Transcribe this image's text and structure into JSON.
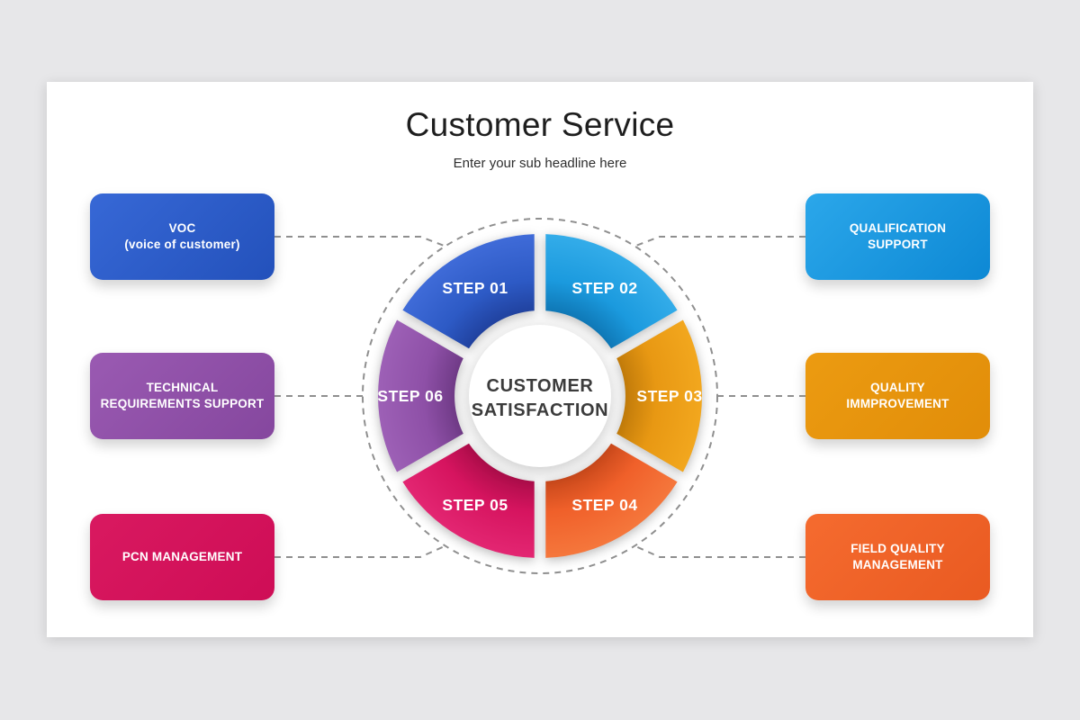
{
  "header": {
    "title": "Customer Service",
    "subtitle": "Enter your sub headline here"
  },
  "center": {
    "line1": "CUSTOMER",
    "line2": "SATISFACTION"
  },
  "pie": {
    "segments": [
      {
        "label": "STEP 01",
        "color": "#2d5ac5",
        "dark": "#20419e",
        "light": "#3f6bd8"
      },
      {
        "label": "STEP 02",
        "color": "#1b9ade",
        "dark": "#0e76b4",
        "light": "#33ace9"
      },
      {
        "label": "STEP 03",
        "color": "#e89813",
        "dark": "#c07a0a",
        "light": "#f2a71e"
      },
      {
        "label": "STEP 04",
        "color": "#f0602a",
        "dark": "#c8481b",
        "light": "#f5773c"
      },
      {
        "label": "STEP 05",
        "color": "#d6145f",
        "dark": "#ab0d49",
        "light": "#e32672"
      },
      {
        "label": "STEP 06",
        "color": "#8e50a7",
        "dark": "#6f3a86",
        "light": "#9d60b6"
      }
    ]
  },
  "boxes": {
    "left": [
      {
        "line1": "VOC",
        "line2": "(voice of customer)",
        "from": "#3768d6",
        "to": "#2351bb"
      },
      {
        "line1": "TECHNICAL",
        "line2": "REQUIREMENTS SUPPORT",
        "from": "#9a5ab2",
        "to": "#85479e"
      },
      {
        "line1": "PCN MANAGEMENT",
        "line2": "",
        "from": "#d91960",
        "to": "#ce0d56"
      }
    ],
    "right": [
      {
        "line1": "QUALIFICATION",
        "line2": "SUPPORT",
        "from": "#2ba7ea",
        "to": "#0d88d4"
      },
      {
        "line1": "QUALITY",
        "line2": "IMMPROVEMENT",
        "from": "#ec9b11",
        "to": "#e18d09"
      },
      {
        "line1": "FIELD QUALITY",
        "line2": "MANAGEMENT",
        "from": "#f56b2f",
        "to": "#e95a21"
      }
    ]
  },
  "colors": {
    "background": "#e7e7e9",
    "card": "#ffffff",
    "dash_line": "#8f8f8f",
    "title_text": "#1e1e1e",
    "center_text": "#3c3c3c"
  }
}
